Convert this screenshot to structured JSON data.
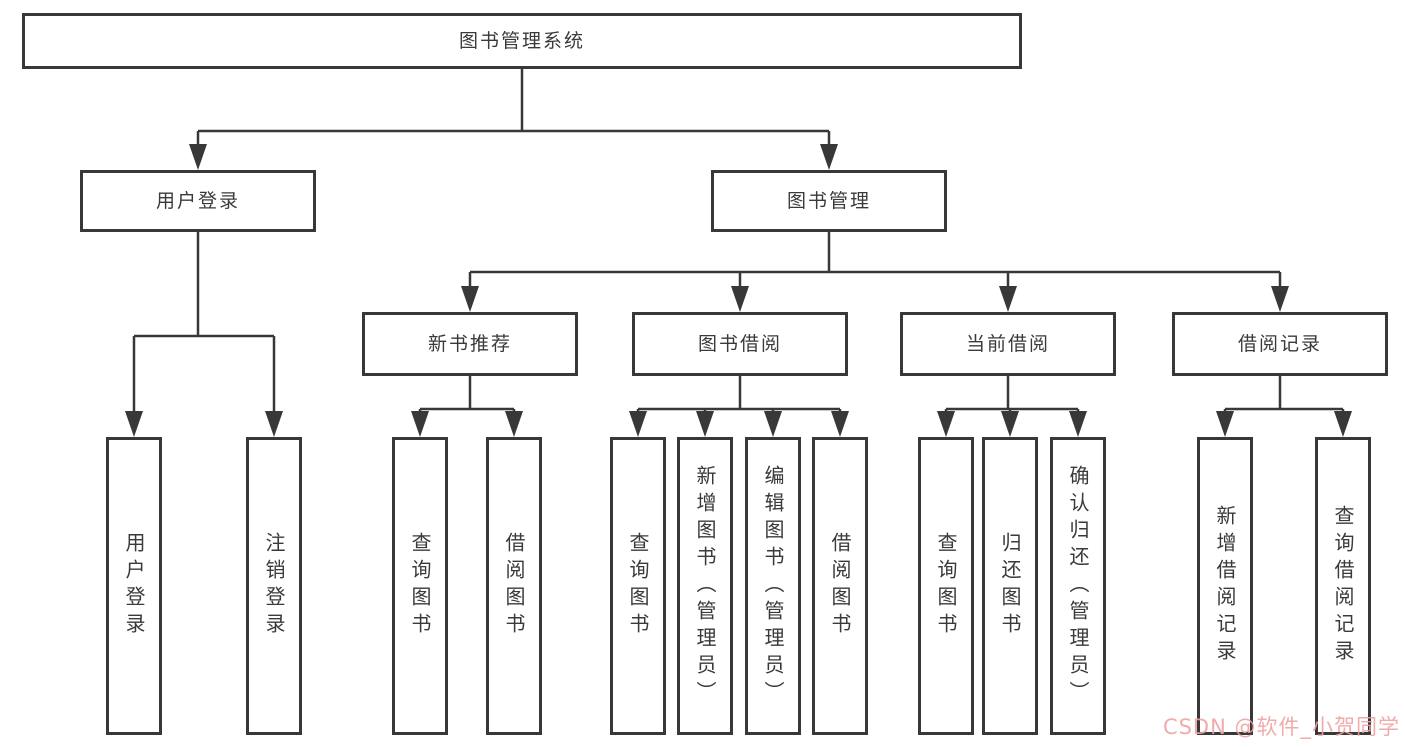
{
  "diagram": {
    "type": "hierarchy-tree",
    "colors": {
      "line": "#383838",
      "box_border": "#383838",
      "text": "#3a3a3a",
      "background": "#ffffff"
    },
    "tree": {
      "label": "图书管理系统",
      "children": [
        {
          "label": "用户登录",
          "children": [
            {
              "label": "用户登录"
            },
            {
              "label": "注销登录"
            }
          ]
        },
        {
          "label": "图书管理",
          "children": [
            {
              "label": "新书推荐",
              "children": [
                {
                  "label": "查询图书"
                },
                {
                  "label": "借阅图书"
                }
              ]
            },
            {
              "label": "图书借阅",
              "children": [
                {
                  "label": "查询图书"
                },
                {
                  "label": "新增图书（管理员）"
                },
                {
                  "label": "编辑图书（管理员）"
                },
                {
                  "label": "借阅图书"
                }
              ]
            },
            {
              "label": "当前借阅",
              "children": [
                {
                  "label": "查询图书"
                },
                {
                  "label": "归还图书"
                },
                {
                  "label": "确认归还（管理员）"
                }
              ]
            },
            {
              "label": "借阅记录",
              "children": [
                {
                  "label": "新增借阅记录"
                },
                {
                  "label": "查询借阅记录"
                }
              ]
            }
          ]
        }
      ]
    }
  },
  "watermark": {
    "text": "CSDN @软件_小贺同学",
    "color": "#efa2a2"
  }
}
